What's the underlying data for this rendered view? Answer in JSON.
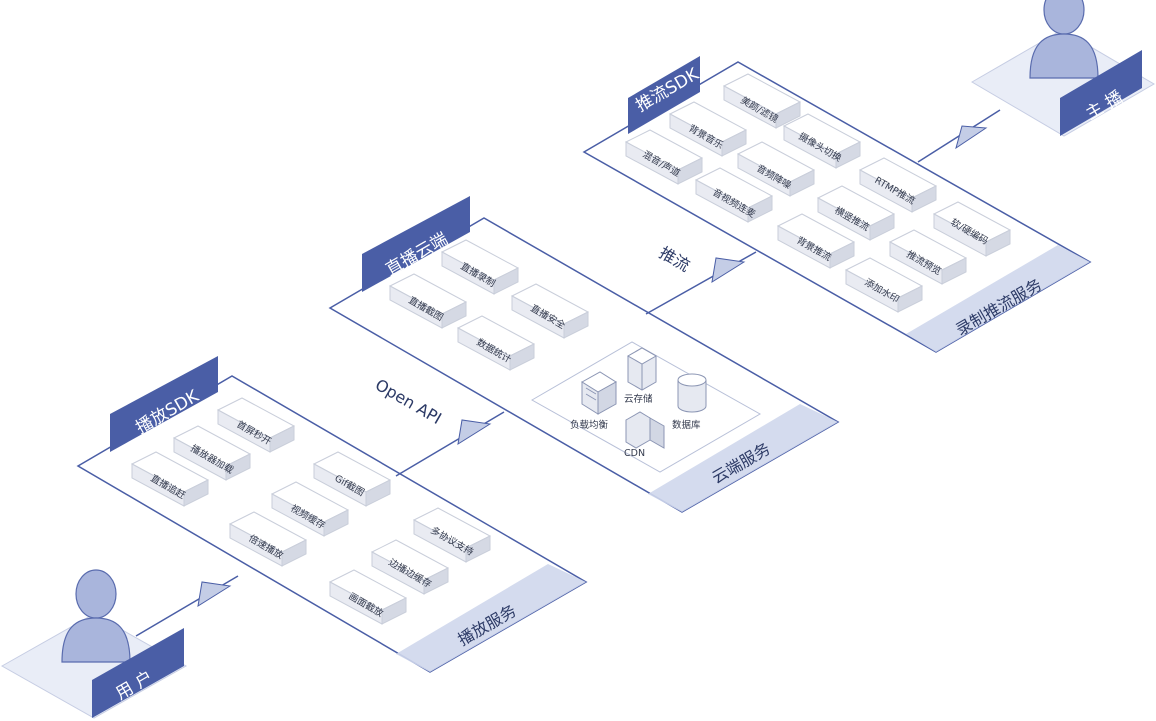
{
  "push_service": {
    "sdk_title": "推流SDK",
    "service_title": "录制推流服务",
    "features": [
      "美颜/滤镜",
      "背景音乐",
      "摄像头切换",
      "混音/声道",
      "音频降噪",
      "RTMP推流",
      "音视频连麦",
      "横竖推流",
      "软/硬编码",
      "背景推流",
      "推流预览",
      "添加水印"
    ]
  },
  "cloud_service": {
    "sdk_title": "直播云端",
    "service_title": "云端服务",
    "features": [
      "直播录制",
      "直播截图",
      "直播安全",
      "数据统计"
    ],
    "infra": [
      "负载均衡",
      "云存储",
      "数据库",
      "CDN"
    ]
  },
  "play_service": {
    "sdk_title": "播放SDK",
    "service_title": "播放服务",
    "features": [
      "首屏秒开",
      "播放器加载",
      "直播追赶",
      "Gif截图",
      "视频缓存",
      "倍速播放",
      "多协议支持",
      "边播边缓存",
      "画面截放"
    ]
  },
  "roles": {
    "anchor": "主 播",
    "viewer": "用 户"
  },
  "flows": {
    "push": "推流",
    "open_api": "Open API"
  },
  "colors": {
    "brand": "#4a5ea6",
    "panel_border": "#4a5ea6",
    "panel_tint": "#cfd7ec",
    "person": "#9aa8d3",
    "block_top": "#ffffff",
    "block_side": "#e2e5ee"
  }
}
